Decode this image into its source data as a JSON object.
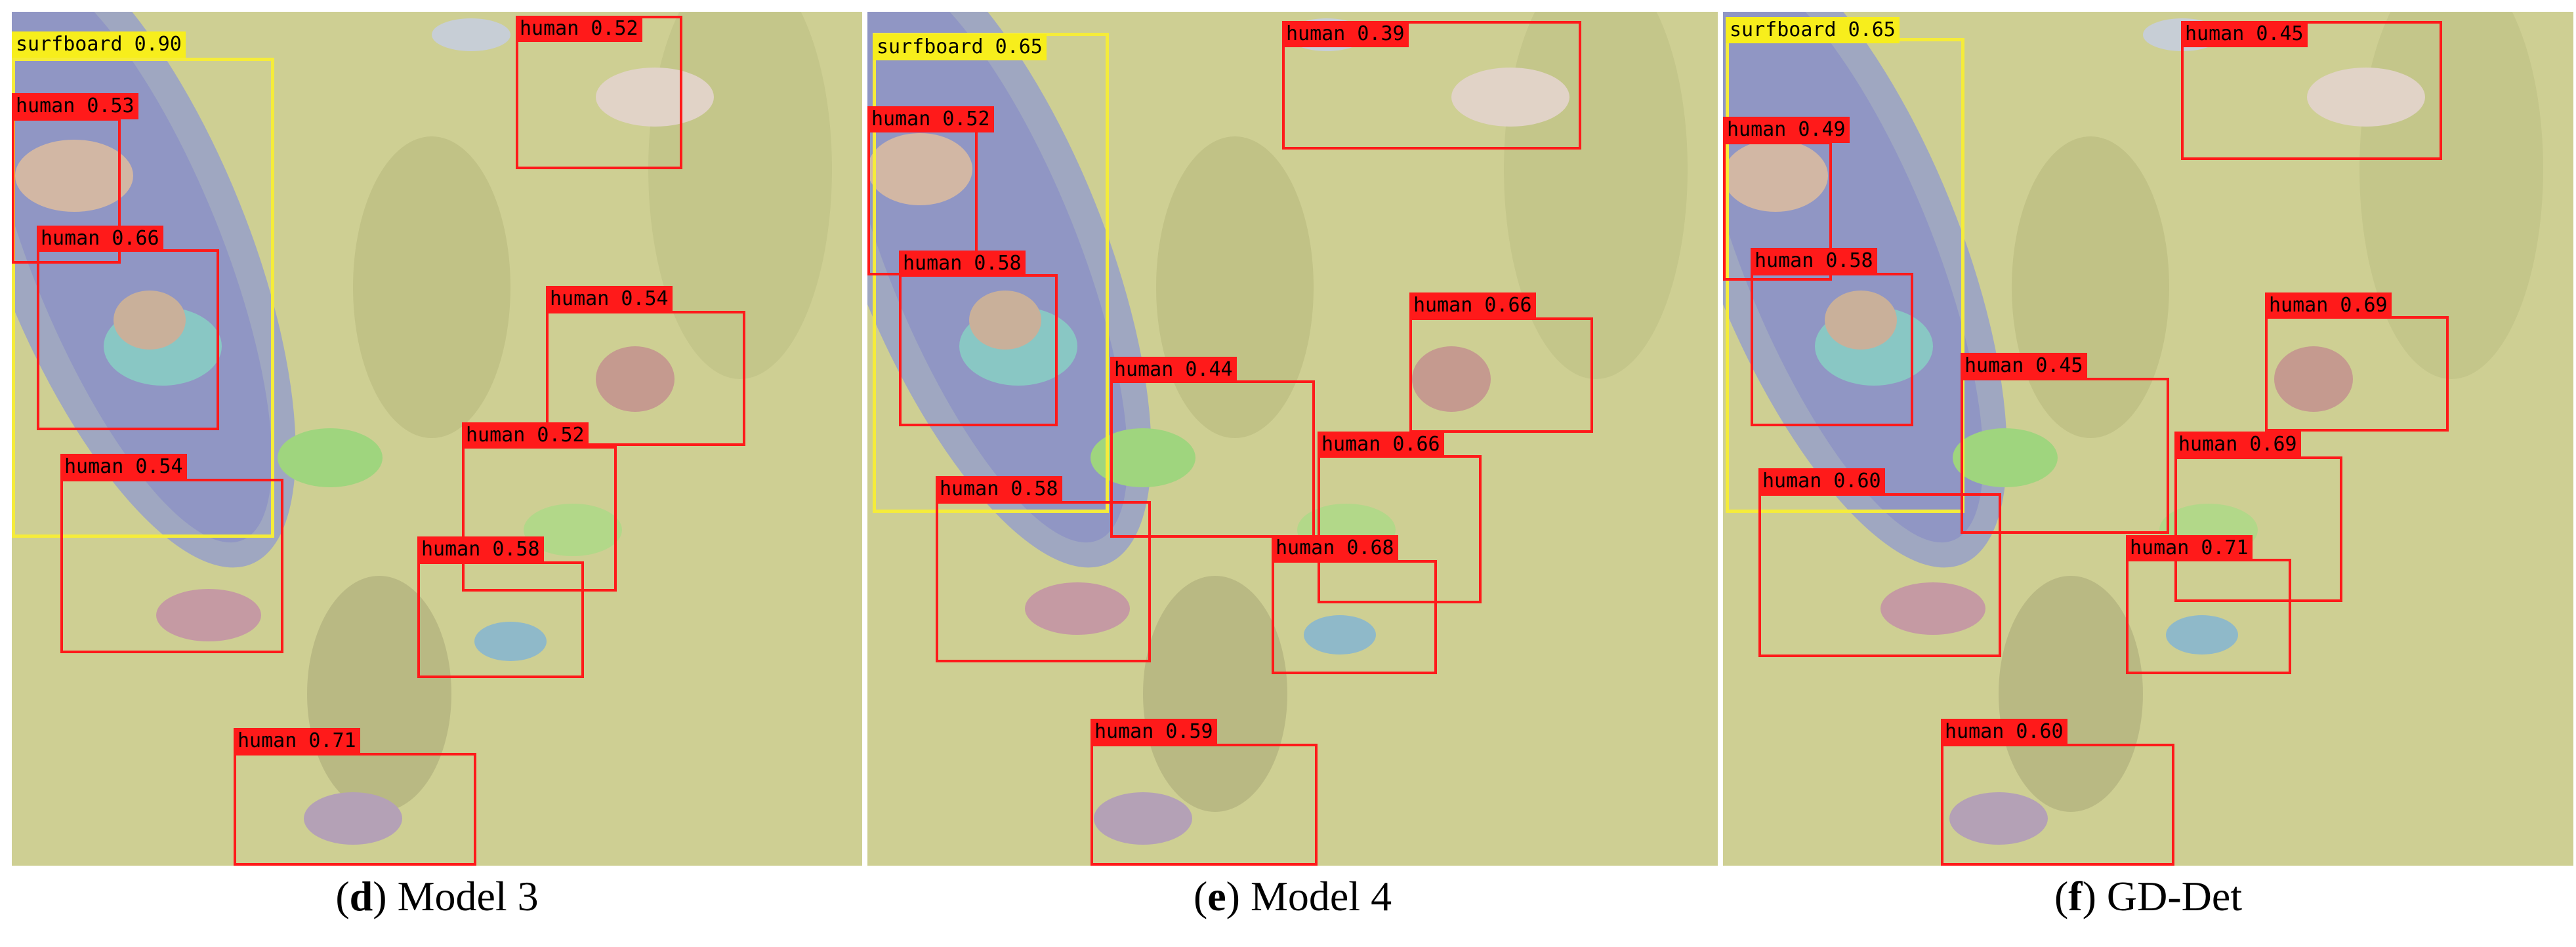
{
  "panels": [
    {
      "caption_letter": "d",
      "caption_rest": " Model 3",
      "detections": [
        {
          "label": "surfboard 0.90",
          "kind": "surf"
        },
        {
          "label": "human 0.52",
          "kind": "human"
        },
        {
          "label": "human 0.53",
          "kind": "human"
        },
        {
          "label": "human 0.66",
          "kind": "human"
        },
        {
          "label": "human 0.54",
          "kind": "human"
        },
        {
          "label": "human 0.52",
          "kind": "human"
        },
        {
          "label": "human 0.54",
          "kind": "human"
        },
        {
          "label": "human 0.58",
          "kind": "human"
        },
        {
          "label": "human 0.71",
          "kind": "human"
        }
      ]
    },
    {
      "caption_letter": "e",
      "caption_rest": " Model 4",
      "detections": [
        {
          "label": "surfboard 0.65",
          "kind": "surf"
        },
        {
          "label": "human 0.39",
          "kind": "human"
        },
        {
          "label": "human 0.52",
          "kind": "human"
        },
        {
          "label": "human 0.58",
          "kind": "human"
        },
        {
          "label": "human 0.66",
          "kind": "human"
        },
        {
          "label": "human 0.44",
          "kind": "human"
        },
        {
          "label": "human 0.66",
          "kind": "human"
        },
        {
          "label": "human 0.58",
          "kind": "human"
        },
        {
          "label": "human 0.68",
          "kind": "human"
        },
        {
          "label": "human 0.59",
          "kind": "human"
        }
      ]
    },
    {
      "caption_letter": "f",
      "caption_rest": " GD-Det",
      "detections": [
        {
          "label": "surfboard 0.65",
          "kind": "surf"
        },
        {
          "label": "human 0.45",
          "kind": "human"
        },
        {
          "label": "human 0.49",
          "kind": "human"
        },
        {
          "label": "human 0.58",
          "kind": "human"
        },
        {
          "label": "human 0.69",
          "kind": "human"
        },
        {
          "label": "human 0.45",
          "kind": "human"
        },
        {
          "label": "human 0.69",
          "kind": "human"
        },
        {
          "label": "human 0.60",
          "kind": "human"
        },
        {
          "label": "human 0.71",
          "kind": "human"
        },
        {
          "label": "human 0.60",
          "kind": "human"
        }
      ]
    }
  ]
}
